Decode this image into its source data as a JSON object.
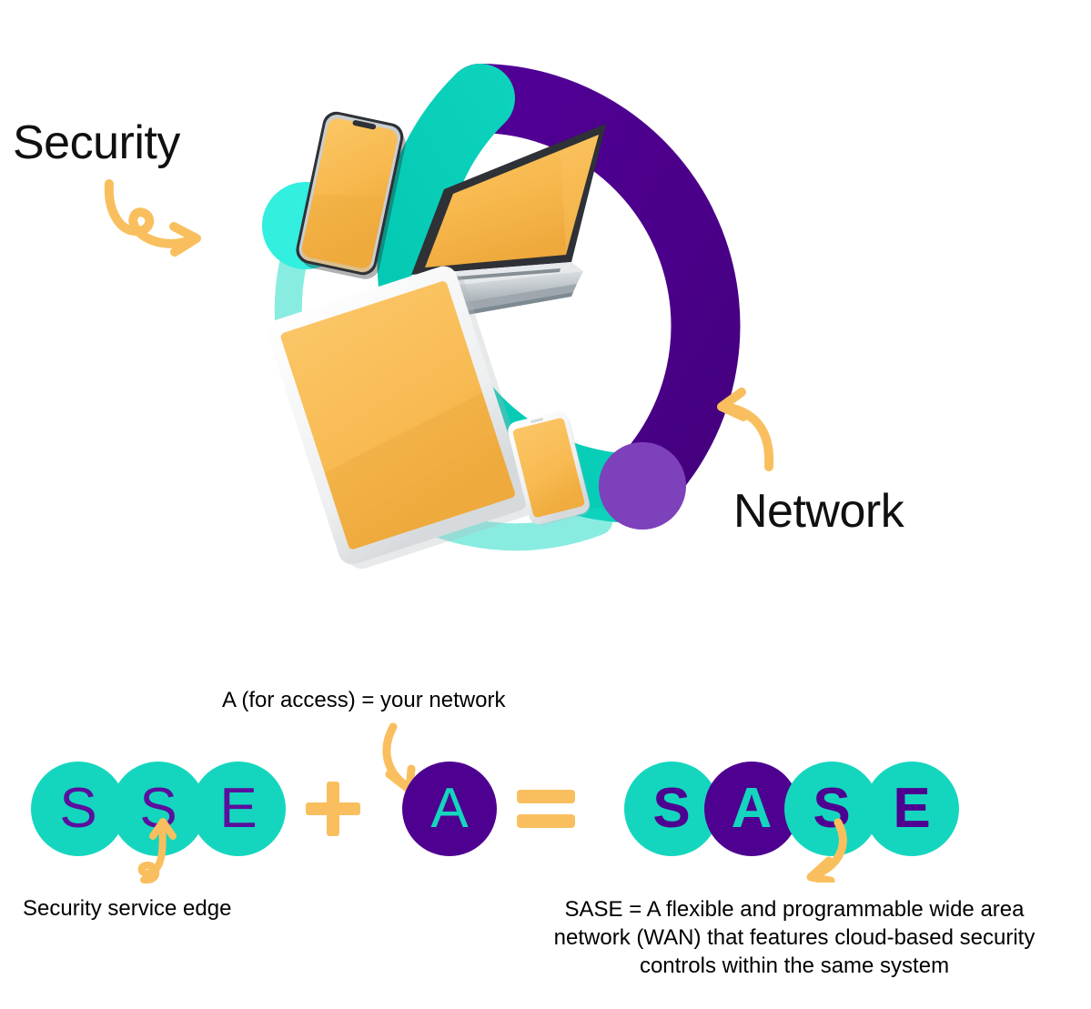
{
  "colors": {
    "teal": "#14D6BE",
    "teal_cap": "#2FEEDE",
    "teal_arc": "#00CBB4",
    "teal_arc_shade": "#0FD8C2",
    "purple_deep": "#4E0091",
    "purple_letter": "#5B0F9E",
    "purple_cap": "#7B3FB8",
    "orange": "#F9BF5F",
    "screen_orange": "#F7B84E",
    "bezel_dark": "#2E3136",
    "device_white": "#F2F3F4",
    "device_gray": "#9DA7AD",
    "text_black": "#101010"
  },
  "diagram": {
    "security_label": "Security",
    "network_label": "Network",
    "security_arrow_icon": "curly-arrow-right-icon",
    "network_arrow_icon": "curved-arrow-left-icon",
    "ring_icon": "two-tone-ring-icon",
    "devices": [
      {
        "name": "smartphone-device",
        "label": "smartphone"
      },
      {
        "name": "laptop-device",
        "label": "laptop"
      },
      {
        "name": "tablet-device",
        "label": "tablet"
      },
      {
        "name": "small-phone-device",
        "label": "phone"
      }
    ]
  },
  "equation": {
    "access_caption": "A (for access) = your network",
    "access_arrow_icon": "curved-arrow-down-icon",
    "sse_arrow_icon": "curly-arrow-up-icon",
    "sase_arrow_icon": "curved-arrow-down-left-icon",
    "plus_symbol": "+",
    "equals_symbol": "=",
    "sse_bubbles": [
      {
        "letter": "S",
        "bubble_color": "teal",
        "letter_color": "purple"
      },
      {
        "letter": "S",
        "bubble_color": "teal",
        "letter_color": "purple"
      },
      {
        "letter": "E",
        "bubble_color": "teal",
        "letter_color": "purple"
      }
    ],
    "a_bubble": {
      "letter": "A",
      "bubble_color": "purple",
      "letter_color": "teal"
    },
    "sase_bubbles": [
      {
        "letter": "S",
        "bubble_color": "teal",
        "letter_color": "purple"
      },
      {
        "letter": "A",
        "bubble_color": "purple",
        "letter_color": "teal"
      },
      {
        "letter": "S",
        "bubble_color": "teal",
        "letter_color": "purple"
      },
      {
        "letter": "E",
        "bubble_color": "teal",
        "letter_color": "purple"
      }
    ],
    "sse_caption": "Security service edge",
    "sase_caption_lines": [
      "SASE = A flexible and programmable wide area",
      "network (WAN) that features cloud-based security",
      "controls within the same system"
    ]
  }
}
